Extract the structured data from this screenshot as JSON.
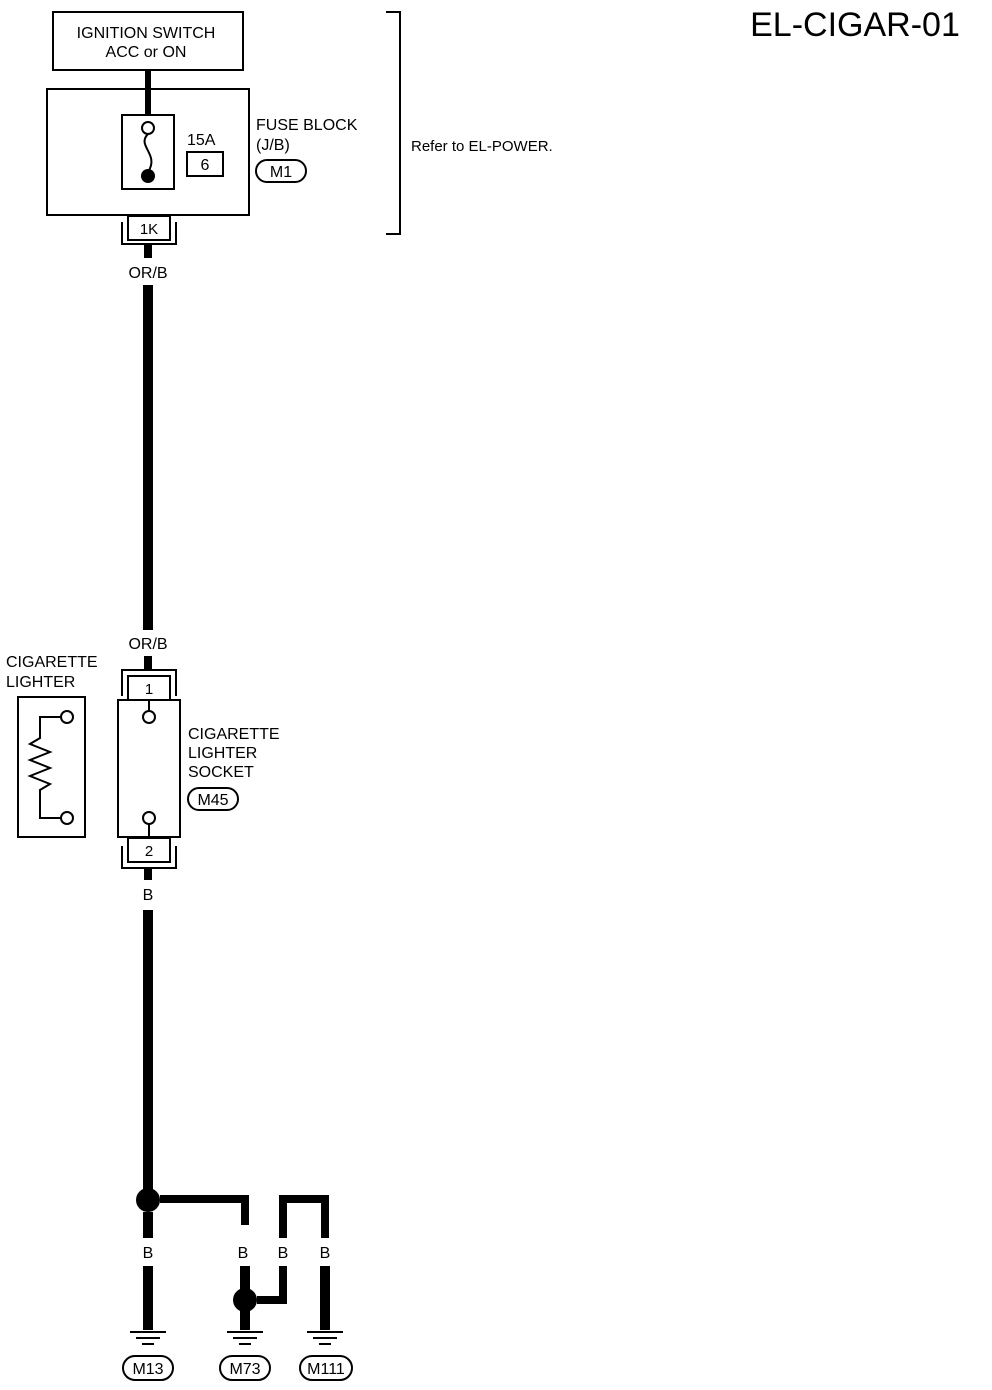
{
  "page_id": "EL-CIGAR-01",
  "ignition_switch": {
    "line1": "IGNITION SWITCH",
    "line2": "ACC or ON"
  },
  "fuse_block": {
    "line1": "FUSE BLOCK",
    "line2": "(J/B)",
    "connector": "M1",
    "fuse_rating": "15A",
    "fuse_number": "6",
    "terminal": "1K",
    "reference": "Refer to EL-POWER."
  },
  "wire_upper": {
    "top_label": "OR/B",
    "bottom_label": "OR/B"
  },
  "cigarette_lighter": {
    "line1": "CIGARETTE",
    "line2": "LIGHTER"
  },
  "lighter_socket": {
    "line1": "CIGARETTE",
    "line2": "LIGHTER",
    "line3": "SOCKET",
    "connector": "M45",
    "pin_top": "1",
    "pin_bottom": "2"
  },
  "wire_lower": {
    "label": "B"
  },
  "grounds": {
    "label_left": "B",
    "label_middle": "B",
    "label_jumper": "B",
    "label_right": "B",
    "left": "M13",
    "middle": "M73",
    "right": "M111"
  },
  "colors": {
    "line": "#000000",
    "background": "#ffffff"
  }
}
